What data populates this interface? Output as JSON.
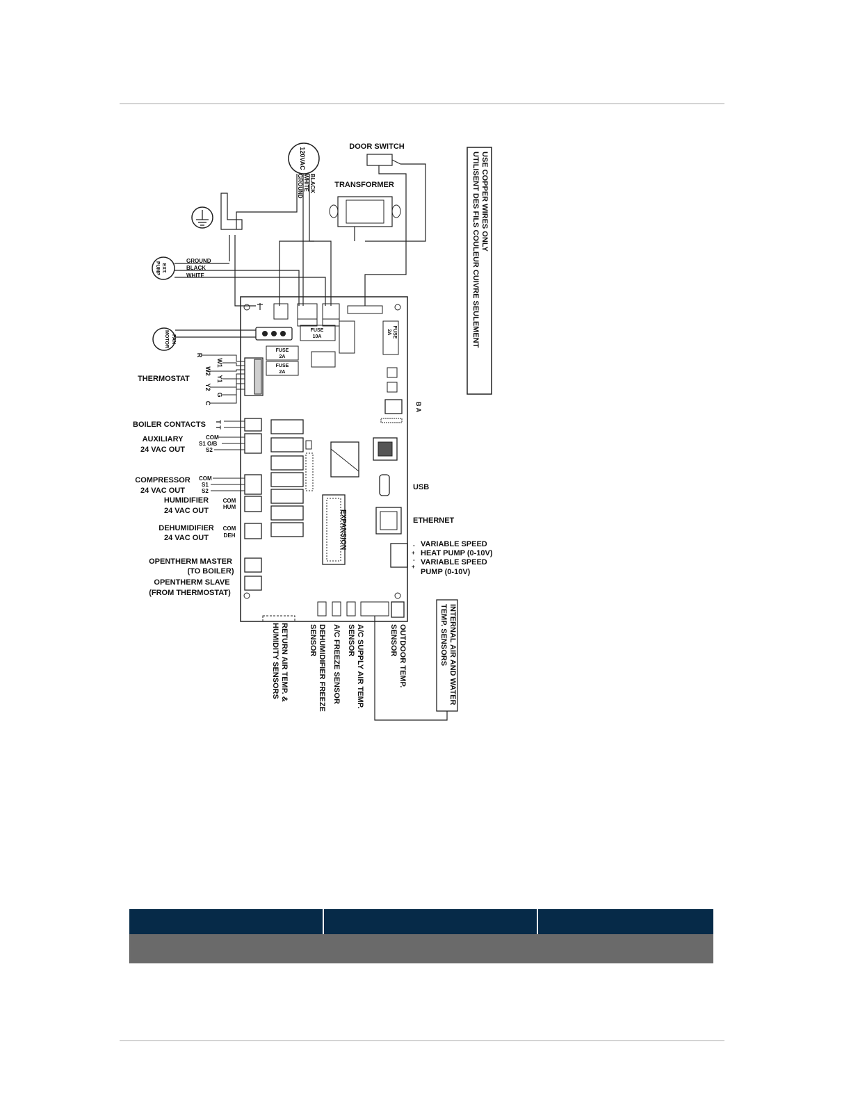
{
  "diagram": {
    "power": {
      "label": "120VAC",
      "wires": [
        "BLACK",
        "WHITE",
        "GROUND"
      ]
    },
    "door_switch": "DOOR SWITCH",
    "transformer": "TRANSFORMER",
    "notice": [
      "USE COPPER WIRES ONLY",
      "UTILISENT DES FILS COULEUR CUIVRE SEULEMENT"
    ],
    "ext_pump": {
      "label": [
        "EXT.",
        "PUMP"
      ],
      "wires": [
        "GROUND",
        "BLACK",
        "WHITE"
      ]
    },
    "fan_motor": [
      "FAN",
      "MOTOR"
    ],
    "fuses": {
      "main": [
        "FUSE",
        "10A"
      ],
      "a": [
        "FUSE",
        "2A"
      ],
      "b": [
        "FUSE",
        "2A"
      ],
      "right": [
        "FUSE",
        "2A"
      ]
    },
    "thermostat": {
      "label": "THERMOSTAT",
      "terminals": [
        "R",
        "W1",
        "W2",
        "Y1",
        "Y2",
        "G",
        "C"
      ]
    },
    "boiler_contacts": {
      "label": "BOILER CONTACTS",
      "terminals": "T T"
    },
    "auxiliary": {
      "label": [
        "AUXILIARY",
        "24 VAC OUT"
      ],
      "terminals": [
        "COM",
        "S1 O/B",
        "S2"
      ]
    },
    "compressor": {
      "label": [
        "COMPRESSOR",
        "24 VAC OUT"
      ],
      "terminals": [
        "COM",
        "S1",
        "S2"
      ]
    },
    "humidifier": {
      "label": [
        "HUMIDIFIER",
        "24 VAC OUT"
      ],
      "terminals": [
        "COM",
        "HUM"
      ]
    },
    "dehumidifier": {
      "label": [
        "DEHUMIDIFIER",
        "24 VAC OUT"
      ],
      "terminals": [
        "COM",
        "DEH"
      ]
    },
    "opentherm_master": [
      "OPENTHERM MASTER",
      "(TO BOILER)"
    ],
    "opentherm_slave": [
      "OPENTHERM SLAVE",
      "(FROM THERMOSTAT)"
    ],
    "ba": "B A",
    "usb": "USB",
    "ethernet": "ETHERNET",
    "expansion": "EXPANSION",
    "variable_speed_hp": [
      "VARIABLE SPEED",
      "HEAT PUMP (0-10V)"
    ],
    "variable_speed_pump": [
      "VARIABLE SPEED",
      "PUMP (0-10V)"
    ],
    "signs": [
      "-",
      "+",
      "-",
      "+"
    ],
    "bottom_sensors": {
      "return_air": [
        "RETURN AIR TEMP. &",
        "HUMIDITY SENSORS"
      ],
      "dehum_freeze": [
        "DEHUMIDIFIER FREEZE",
        "SENSOR"
      ],
      "ac_freeze": "A/C FREEZE SENSOR",
      "ac_supply": [
        "A/C SUPPLY AIR TEMP.",
        "SENSOR"
      ],
      "outdoor": [
        "OUTDOOR TEMP.",
        "SENSOR"
      ],
      "internal": [
        "INTERNAL AIR AND WATER",
        "TEMP. SENSORS"
      ]
    }
  },
  "colors": {
    "table_header": "#062a48",
    "table_subheader": "#6a6a6a",
    "rule": "#d4d4d4"
  }
}
